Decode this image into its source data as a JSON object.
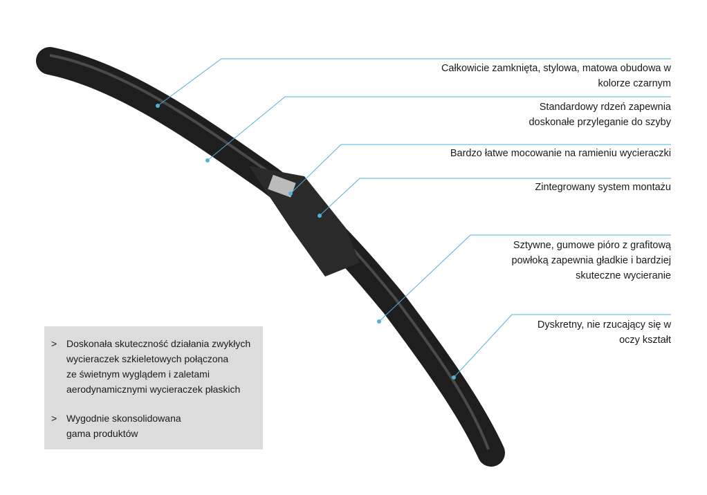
{
  "callouts": [
    {
      "lines": [
        "Całkowicie zamknięta, stylowa, matowa obudowa w",
        "kolorze czarnym"
      ]
    },
    {
      "lines": [
        "Standardowy rdzeń zapewnia",
        "doskonałe przyleganie do szyby"
      ]
    },
    {
      "lines": [
        "Bardzo łatwe mocowanie na ramieniu wycieraczki"
      ]
    },
    {
      "lines": [
        "Zintegrowany system montażu"
      ]
    },
    {
      "lines": [
        "Sztywne, gumowe pióro z grafitową",
        "powłoką zapewnia gładkie i bardziej",
        "skuteczne wycieranie"
      ]
    },
    {
      "lines": [
        "Dyskretny, nie rzucający się w",
        "oczy kształt"
      ]
    }
  ],
  "features": {
    "bullet": ">",
    "items": [
      {
        "lines": [
          "Doskonała skuteczność działania zwykłych",
          "wycieraczek szkieletowych połączona",
          "ze świetnym wyglądem i zaletami",
          "aerodynamicznymi wycieraczek płaskich"
        ]
      },
      {
        "lines": [
          "Wygodnie skonsolidowana",
          "gama produktów"
        ]
      }
    ]
  },
  "colors": {
    "callout_line": "#4fb0d8",
    "blade": "#1e1e1e"
  }
}
